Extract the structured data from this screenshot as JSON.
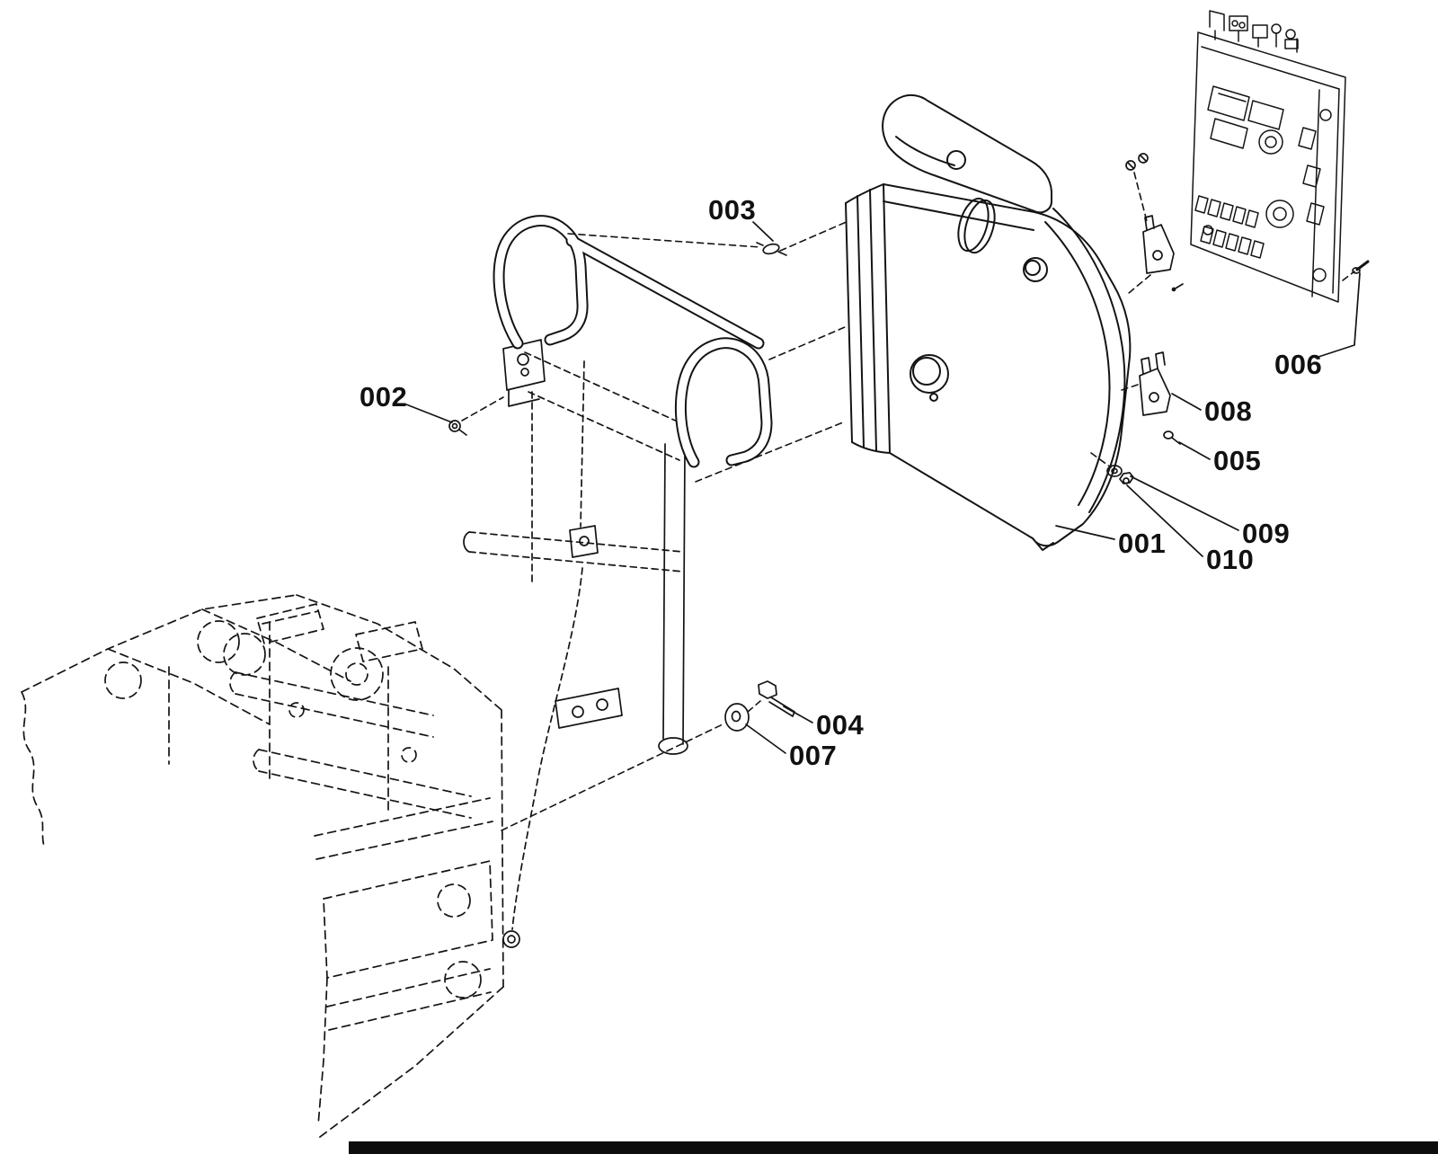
{
  "callouts": {
    "c001": "001",
    "c002": "002",
    "c003": "003",
    "c004": "004",
    "c005": "005",
    "c006": "006",
    "c007": "007",
    "c008": "008",
    "c009": "009",
    "c010": "010"
  },
  "colors": {
    "ink": "#141414",
    "background": "#ffffff"
  }
}
